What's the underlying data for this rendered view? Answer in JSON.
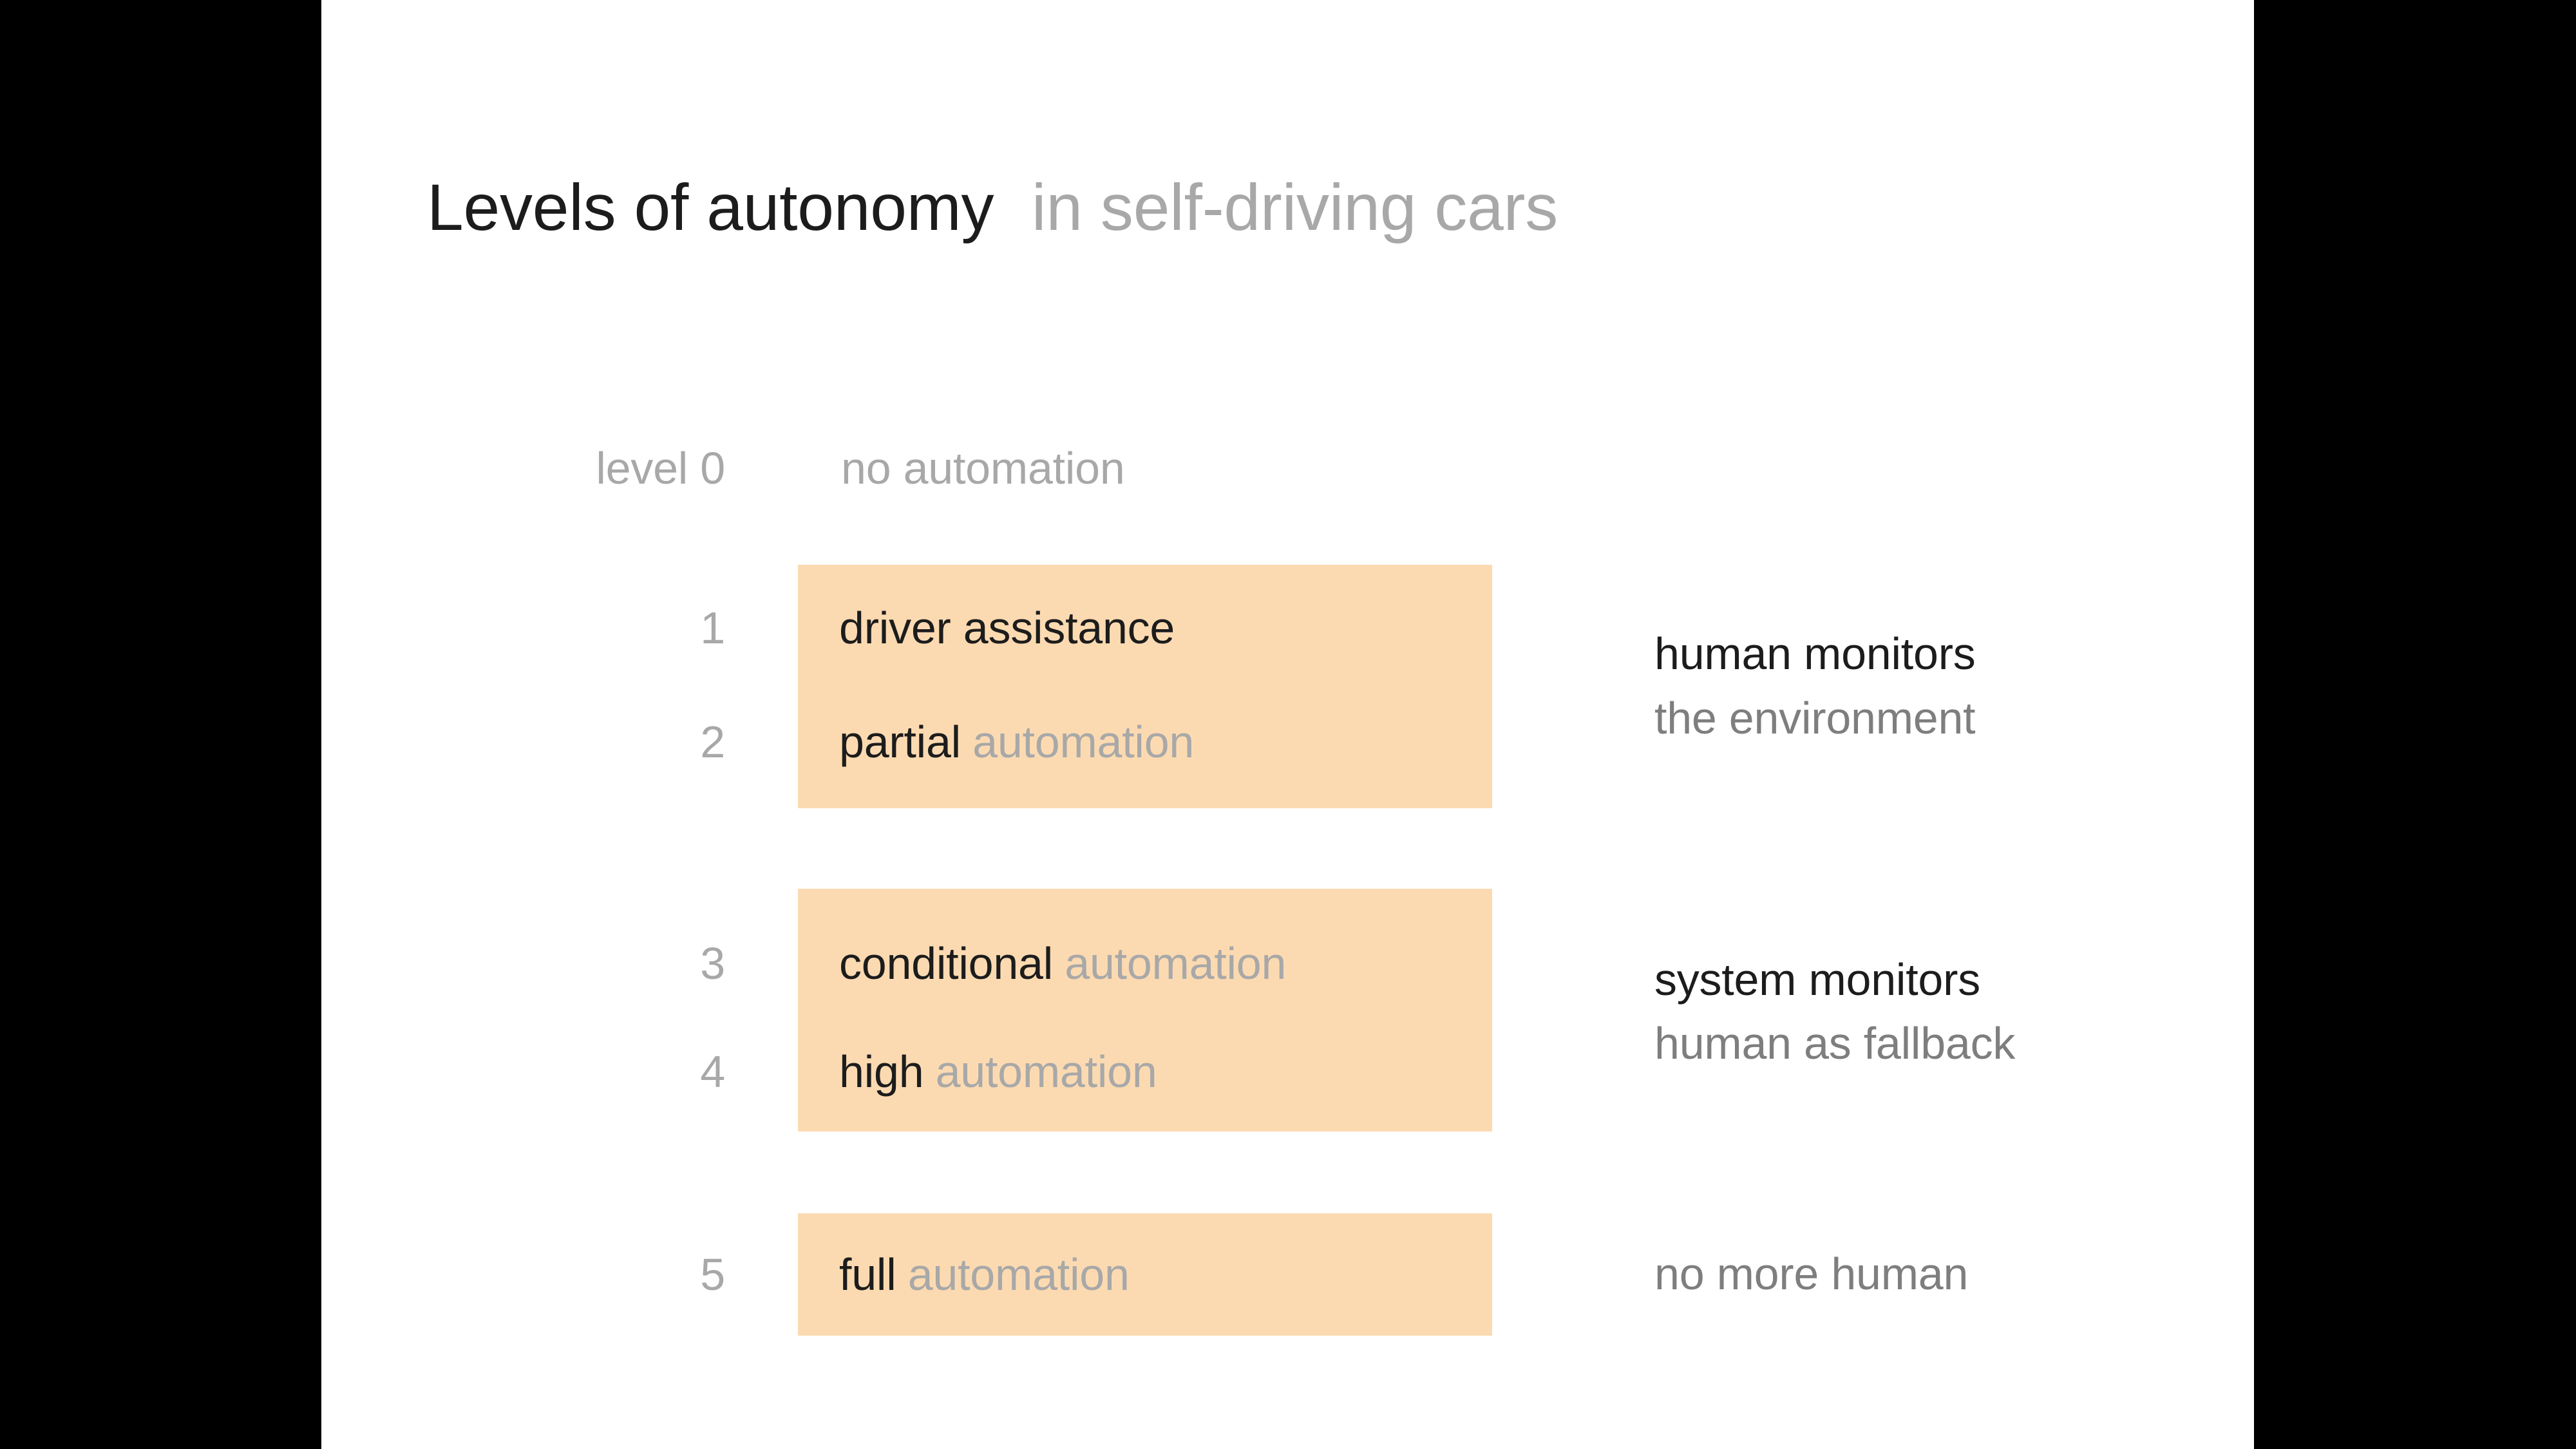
{
  "title": {
    "primary": "Levels of autonomy",
    "secondary": "in self-driving cars"
  },
  "level0": {
    "label": "level 0",
    "value": "no automation"
  },
  "groups": [
    {
      "rows": [
        {
          "number": "1",
          "primary": "driver assistance",
          "secondary": ""
        },
        {
          "number": "2",
          "primary": "partial",
          "secondary": "automation"
        }
      ],
      "annotation": {
        "line1": "human monitors",
        "line2": "the environment"
      }
    },
    {
      "rows": [
        {
          "number": "3",
          "primary": "conditional",
          "secondary": "automation"
        },
        {
          "number": "4",
          "primary": "high",
          "secondary": "automation"
        }
      ],
      "annotation": {
        "line1": "system monitors",
        "line2": "human as fallback"
      }
    },
    {
      "rows": [
        {
          "number": "5",
          "primary": "full",
          "secondary": "automation"
        }
      ],
      "annotation": {
        "line1": "no more human",
        "line2": ""
      }
    }
  ],
  "colors": {
    "letterbox": "#000000",
    "slide_background": "#ffffff",
    "highlight_box": "#fcdab1",
    "text_dark": "#1c1c1c",
    "text_gray_light": "#a8a8a8",
    "text_gray_medium": "#7e7e7e"
  }
}
